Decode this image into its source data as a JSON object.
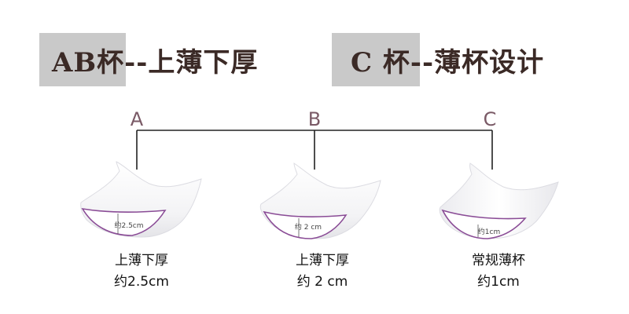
{
  "headings": {
    "left": "AB杯--上薄下厚",
    "right": "C 杯--薄杯设计"
  },
  "cups": [
    {
      "letter": "A",
      "name": "上薄下厚",
      "size": "约2.5cm",
      "tag": "约2.5cm"
    },
    {
      "letter": "B",
      "name": "上薄下厚",
      "size": "约 2 cm",
      "tag": "约 2 cm"
    },
    {
      "letter": "C",
      "name": "常规薄杯",
      "size": "约1cm",
      "tag": "约1cm"
    }
  ],
  "colors": {
    "heading_text": "#3b2a26",
    "highlight": "#c9c9c9",
    "letters": "#7a5a66",
    "cup_edge": "#8a4c96",
    "line": "#222222"
  }
}
